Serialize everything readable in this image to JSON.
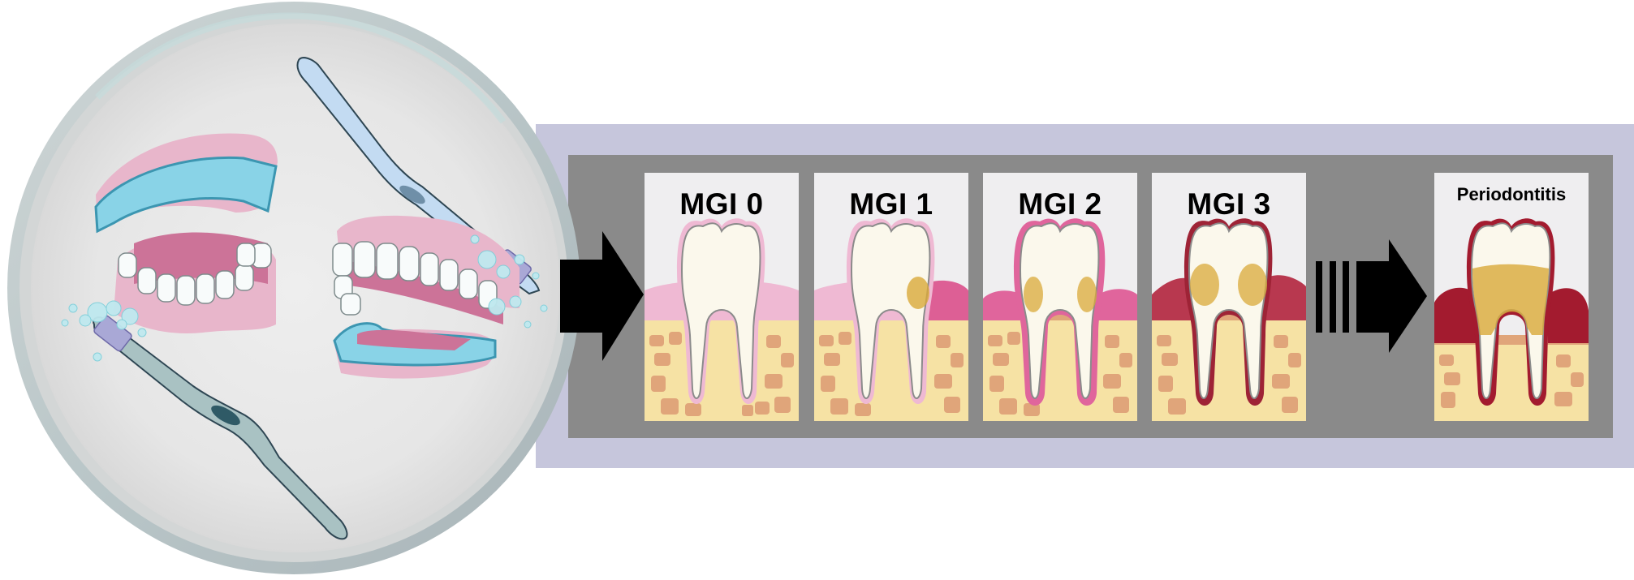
{
  "figure": {
    "left_illustration": {
      "description": "Dentures and toothbrushes with foam inside a circular lens",
      "elements": [
        "upper-denture",
        "lower-denture",
        "toothbrush-top",
        "toothbrush-bottom",
        "foam-bubbles"
      ]
    },
    "arrow_main": "arrow-right",
    "arrow_progression": "striped-arrow-right",
    "panels": [
      {
        "label": "MGI 0",
        "gum_color": "#efb9d3",
        "plaque": 0,
        "gum_shape": "normal",
        "margin_color": "#efb9d3"
      },
      {
        "label": "MGI 1",
        "gum_color": "#efb9d3",
        "plaque": 1,
        "gum_shape": "normal-right-inflamed",
        "margin_color": "#efb9d3",
        "inflamed_color": "#dd5f95"
      },
      {
        "label": "MGI 2",
        "gum_color": "#e0659c",
        "plaque": 2,
        "gum_shape": "swollen",
        "margin_color": "#e0659c"
      },
      {
        "label": "MGI 3",
        "gum_color": "#b8384f",
        "plaque": 3,
        "gum_shape": "swollen-high",
        "margin_color": "#9e2336"
      },
      {
        "label": "Periodontitis",
        "gum_color": "#a31b2f",
        "plaque": 4,
        "gum_shape": "receded",
        "margin_color": "#a31b2f"
      }
    ],
    "colors": {
      "outer_band": "#c6c6dc",
      "inner_band": "#8a8a8a",
      "panel_bg": "#efeef0",
      "bone": "#e0a57a",
      "bone_matrix": "#f6e2a4",
      "tooth": "#fbf8ec",
      "plaque": "#d9a93a",
      "arrow": "#000000"
    }
  }
}
